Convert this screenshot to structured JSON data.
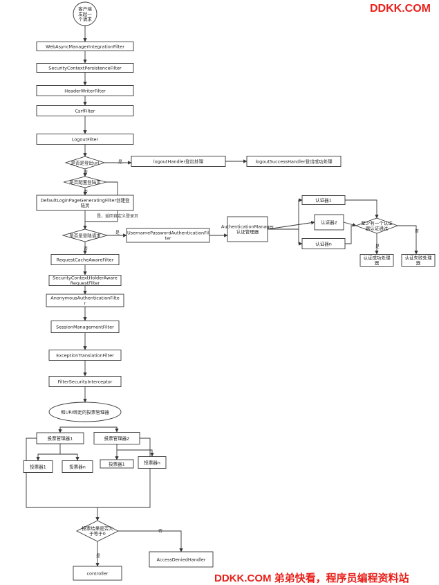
{
  "watermark_top": "DDKK.COM",
  "watermark_bottom": "DDKK.COM 弟弟快看，程序员编程资料站",
  "nodes": {
    "start": [
      "客户端",
      "发起一",
      "个请求"
    ],
    "f_webasync": [
      "WebAsyncManagerIntegrationFilter"
    ],
    "f_secctx": [
      "SecurityContextPersistenceFilter"
    ],
    "f_header": [
      "HeaderWriterFilter"
    ],
    "f_csrf": [
      "CsrfFilter"
    ],
    "f_logout": [
      "LogoutFilter"
    ],
    "d_logout": [
      "是否是登出url"
    ],
    "logout_handler": [
      "logoutHandler登出处理"
    ],
    "logout_success": [
      "logoutSuccessHandler登出成功处理"
    ],
    "d_login_page": [
      "是否配置登陆页"
    ],
    "f_default_login": [
      "DefaultLoginPageGeneratingFilter创建登",
      "陆页"
    ],
    "d_login_req": [
      "是否是登陆请求"
    ],
    "f_upaf": [
      "UsernamePasswordAuthenticationFil",
      "ter"
    ],
    "auth_manager": [
      "AuthenticationManager",
      "认证管理器"
    ],
    "auth_1": [
      "认证器1"
    ],
    "auth_2": [
      "认证器2"
    ],
    "auth_n": [
      "认证器n"
    ],
    "d_auth": [
      "至少有一个认证",
      "器认证通过"
    ],
    "auth_success": [
      "认证成功处理",
      "器"
    ],
    "auth_fail": [
      "认证失败处理",
      "器"
    ],
    "f_reqcache": [
      "RequestCacheAwareFilter"
    ],
    "f_schaware": [
      "SecurityContextHolderAware",
      "RequestFilter"
    ],
    "f_anon": [
      "AnonymousAuthenticationFilte",
      "r"
    ],
    "f_session": [
      "SessionManagementFilter"
    ],
    "f_exception": [
      "ExceptionTranslationFilter"
    ],
    "f_fsi": [
      "FilterSecurityInterceptor"
    ],
    "uri_voters": [
      "和URI绑定的投票管理器"
    ],
    "vm_1": [
      "投票管理器1"
    ],
    "vm_2": [
      "投票管理器2"
    ],
    "v1_1": [
      "投票器1"
    ],
    "v1_n": [
      "投票器n"
    ],
    "v2_1": [
      "投票器1"
    ],
    "v2_n": [
      "投票器n"
    ],
    "d_vote": [
      "投票结果是否大",
      "于等于0"
    ],
    "access_denied": [
      "AccessDeniedHandler"
    ],
    "controller": [
      "controller"
    ]
  },
  "edge_labels": {
    "logout_yes": "是",
    "logout_no": "否",
    "loginpage_no": "否",
    "loginpage_yes": "是，返回自定义登录页",
    "loginreq_yes": "是",
    "loginreq_no": "否",
    "auth_yes": "是",
    "auth_no": "否",
    "vote_yes": "是",
    "vote_no": "否"
  }
}
